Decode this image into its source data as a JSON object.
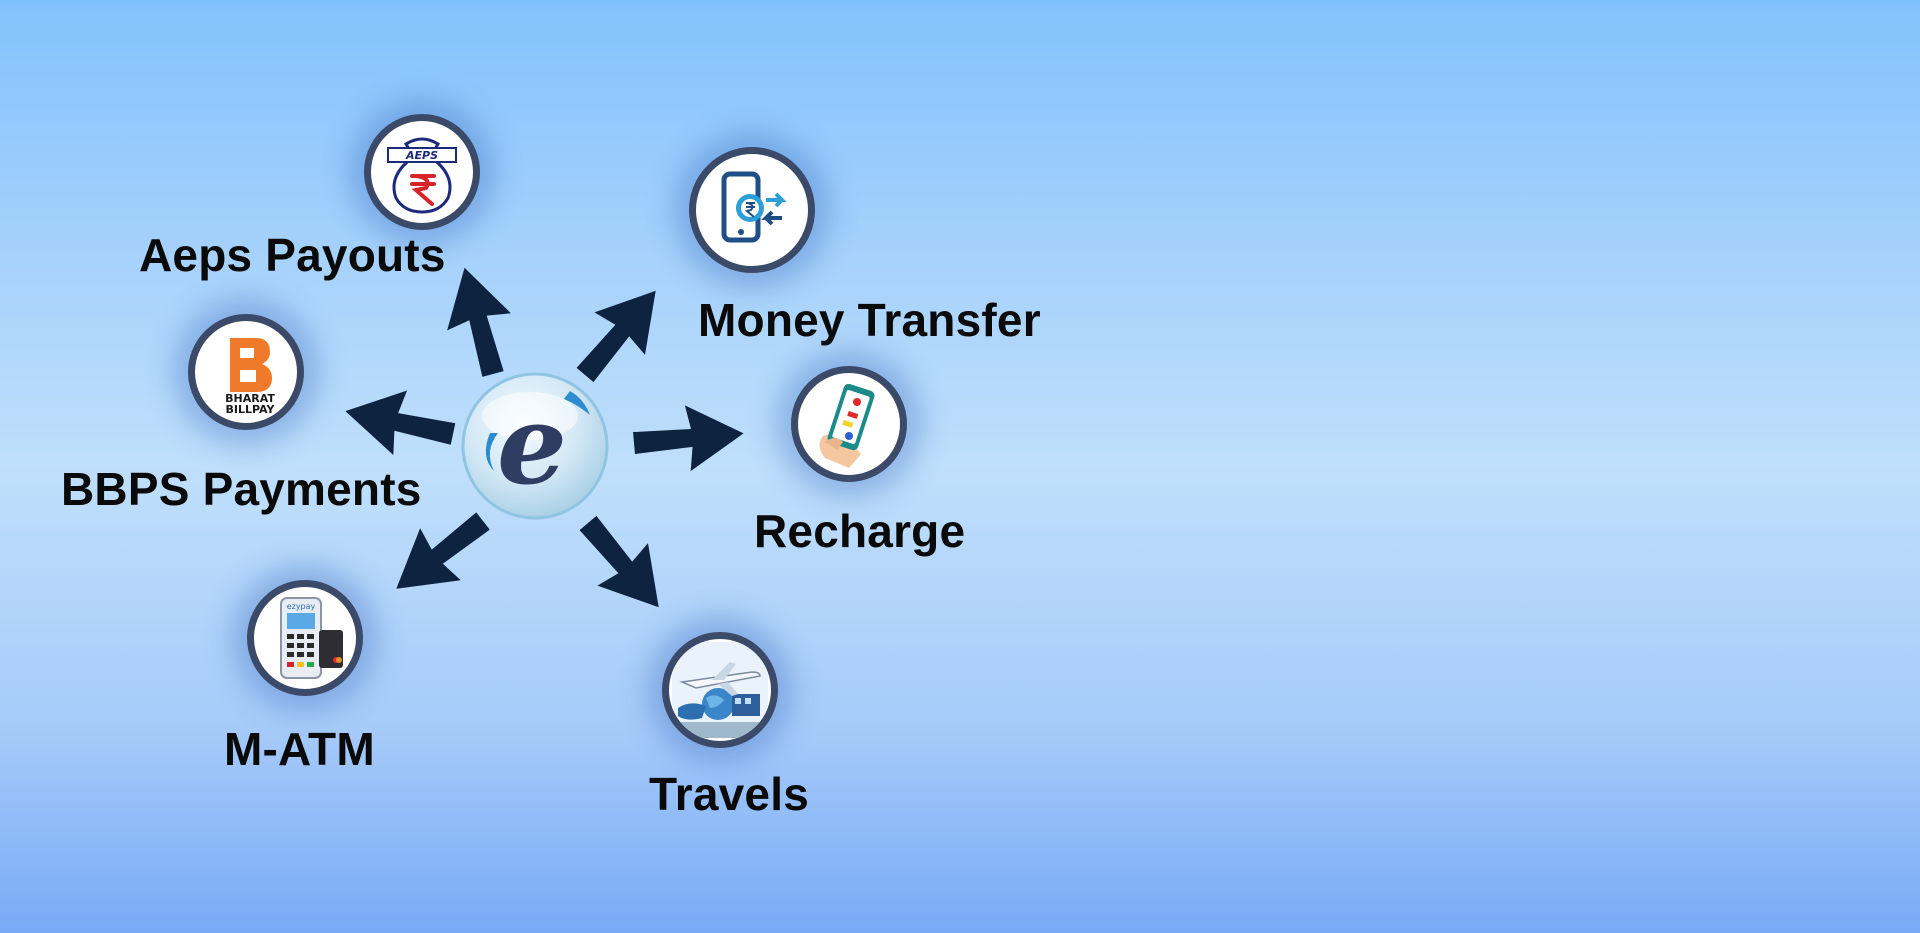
{
  "hub": {
    "logo_letter": "e",
    "logo_icon": "ezypay-e-logo-icon"
  },
  "services": [
    {
      "id": "aeps",
      "label": "Aeps Payouts",
      "icon": "aeps-money-bag-icon",
      "icon_text": "AEPS"
    },
    {
      "id": "money-transfer",
      "label": "Money Transfer",
      "icon": "phone-rupee-transfer-icon"
    },
    {
      "id": "bbps",
      "label": "BBPS Payments",
      "icon": "bharat-billpay-icon",
      "icon_text": [
        "BHARAT",
        "BILLPAY"
      ]
    },
    {
      "id": "recharge",
      "label": "Recharge",
      "icon": "mobile-recharge-icon"
    },
    {
      "id": "matm",
      "label": "M-ATM",
      "icon": "micro-atm-device-icon",
      "icon_text": "ezypay"
    },
    {
      "id": "travels",
      "label": "Travels",
      "icon": "airplane-travel-icon"
    }
  ],
  "colors": {
    "background_top": "#82c2fc",
    "background_bottom": "#78aaf6",
    "arrow": "#0e2340",
    "node_border": "#3c4a6a",
    "hub_logo": "#2f3d63",
    "hub_accent": "#2c8ccf",
    "bbps_orange": "#ee7a2a"
  }
}
